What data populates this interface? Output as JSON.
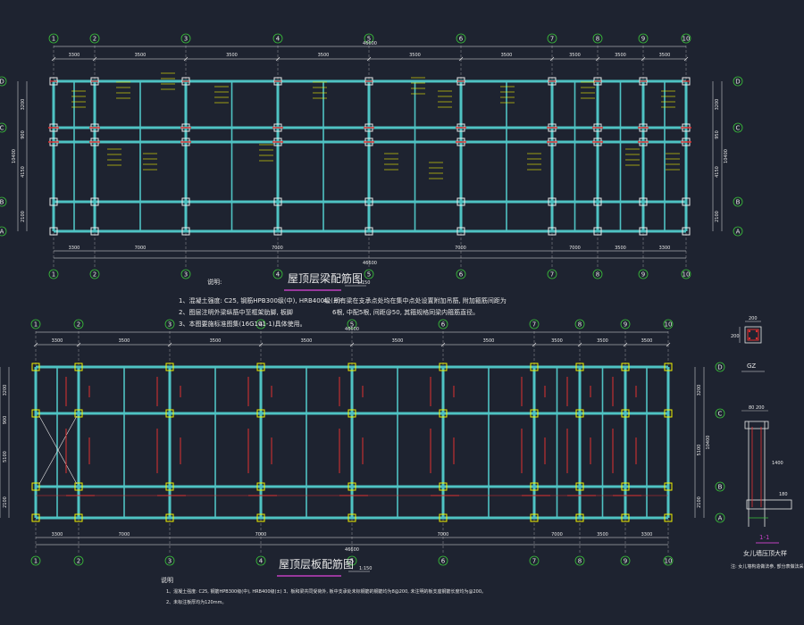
{
  "beam_plan": {
    "title": "屋顶层梁配筋图",
    "title_scale": "1:150",
    "total_dim": "46600",
    "top_spans": [
      "3300",
      "3500",
      "3500",
      "3500",
      "3500",
      "3500",
      "3500",
      "3500",
      "3500",
      "3300"
    ],
    "bottom_spans": [
      "3300",
      "7000",
      "7000",
      "7000",
      "7000",
      "3500",
      "3300"
    ],
    "left_spans": [
      "3200",
      "900",
      "4150",
      "2100"
    ],
    "left_total": "10400",
    "right_spans": [
      "3200",
      "950",
      "4150",
      "2100"
    ],
    "right_total": "10400",
    "axis_numbers": [
      "1",
      "2",
      "3",
      "4",
      "5",
      "6",
      "7",
      "8",
      "9",
      "10"
    ],
    "axis_letters": [
      "D",
      "C",
      "B",
      "A"
    ],
    "notes_heading": "说明:",
    "notes": [
      "1、混凝土强度: C25, 钢筋HPB300级(中), HRB400级(±)",
      "2、图层注明外梁纵筋中至框架肋脚, 板脚",
      "3、本图要施标准图集(16G101-1)具体使用。",
      "4、所有梁在支承点处均在集中点处设置附加吊筋, 附加箍筋间距为",
      "6根, 中配5根, 间距@50, 其箍规格同梁内箍筋直径。"
    ]
  },
  "slab_plan": {
    "title": "屋顶层板配筋图",
    "title_scale": "1:150",
    "total_dim": "46600",
    "top_spans": [
      "3300",
      "3500",
      "3500",
      "3500",
      "3500",
      "3500",
      "3500",
      "3500",
      "3500",
      "3300"
    ],
    "bottom_spans": [
      "3300",
      "7000",
      "7000",
      "7000",
      "7000",
      "3500",
      "3300"
    ],
    "left_spans": [
      "3200",
      "900",
      "5100",
      "2100"
    ],
    "left_total": "10400",
    "right_spans": [
      "3200",
      "5100",
      "2100"
    ],
    "right_total": "10400",
    "axis_numbers": [
      "1",
      "2",
      "3",
      "4",
      "5",
      "6",
      "7",
      "8",
      "9",
      "10"
    ],
    "axis_letters": [
      "D",
      "C",
      "B",
      "A"
    ],
    "notes_heading": "说明",
    "notes": [
      "1、混凝土强度: C25, 钢筋HPB300级(中), HRB400级(±)   3、板和梁共同受荷外, 板中支承处未标钢筋的钢筋均为8@200, 未注明的板支座钢筋长度均为@200。",
      "2、未标注板厚均为120mm。"
    ]
  },
  "column_detail": {
    "label": "GZ",
    "dims": [
      "200",
      "200"
    ]
  },
  "section_detail": {
    "label": "1-1",
    "caption": "女儿墙压顶大样",
    "note": "注: 女儿墙构造做法参, 部分表做法采",
    "dims": [
      "80",
      "200",
      "1400",
      "180"
    ]
  },
  "colors": {
    "background": "#1e2330",
    "beam": "#4fc3c3",
    "yellow": "#f0f000",
    "red": "#e03030",
    "white": "#e8e8e8",
    "green": "#3ac23a",
    "magenta": "#c040c0"
  }
}
